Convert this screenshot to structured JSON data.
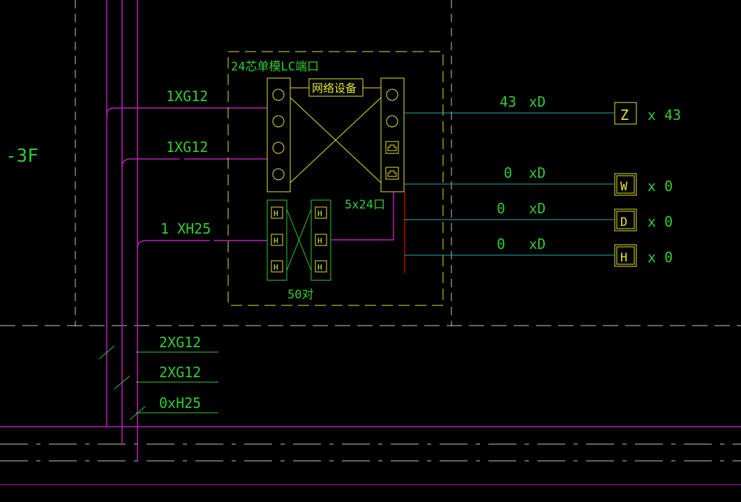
{
  "colors": {
    "background": "#000000",
    "magenta": "#c020c0",
    "green": "#33cc33",
    "yellow": "#e6e633",
    "cyan": "#20b0b0",
    "dash_grey": "#c8c8c8",
    "red": "#c00000"
  },
  "floor_label": "-3F",
  "panel": {
    "title": "24芯单模LC端口",
    "network_device_label": "网络设备",
    "port_count_label": "5x24口",
    "pair_count_label": "50对",
    "h_marker": "H"
  },
  "incoming_cables": [
    {
      "label": "1XG12"
    },
    {
      "label": "1XG12"
    },
    {
      "label": "1 XH25"
    }
  ],
  "riser_cables": [
    {
      "label": "2XG12"
    },
    {
      "label": "2XG12"
    },
    {
      "label": "0xH25"
    }
  ],
  "outputs": [
    {
      "count": "43",
      "type": "xD",
      "terminal": "Z",
      "multiplier": "x 43"
    },
    {
      "count": "0",
      "type": "xD",
      "terminal": "W",
      "multiplier": "x 0"
    },
    {
      "count": "0",
      "type": "xD",
      "terminal": "D",
      "multiplier": "x 0"
    },
    {
      "count": "0",
      "type": "xD",
      "terminal": "H",
      "multiplier": "x 0"
    }
  ]
}
